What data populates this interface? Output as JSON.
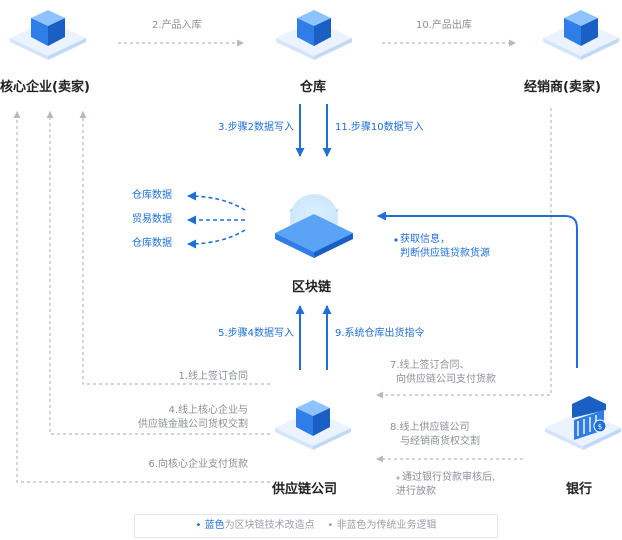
{
  "nodes": {
    "core": "核心企业(卖家)",
    "warehouse": "仓库",
    "dealer": "经销商(卖家)",
    "blockchain": "区块链",
    "supply": "供应链公司",
    "bank": "银行"
  },
  "edges": {
    "e2": "2.产品入库",
    "e10": "10.产品出库",
    "e3": "3.步骤2数据写入",
    "e11": "11.步骤10数据写入",
    "e5": "5.步骤4数据写入",
    "e9": "9.系统仓库出货指令",
    "e1": "1.线上签订合同",
    "e4a": "4.线上核心企业与",
    "e4b": "供应链金融公司货权交割",
    "e6": "6.向核心企业支付货款",
    "e7a": "7.线上签订合同、",
    "e7b": "向供应链公司支付货款",
    "e8a": "8.线上供应链公司",
    "e8b": "与经销商货权交割",
    "fetch_a": "获取信息，",
    "fetch_b": "判断供应链贷款货源",
    "loan_a": "通过银行贷款审核后,",
    "loan_b": "进行放款"
  },
  "outputs": [
    "仓库数据",
    "贸易数据",
    "仓库数据"
  ],
  "legend": {
    "blue": "蓝色",
    "blue_rest": "为区块链技术改造点",
    "gray": "非蓝色为传统业务逻辑"
  },
  "colors": {
    "blue": "#1f6fd6",
    "gray": "#b4b9c2",
    "cube_top": "#8fc3ff",
    "cube_left": "#2f7de6",
    "cube_right": "#1a5fc4"
  }
}
